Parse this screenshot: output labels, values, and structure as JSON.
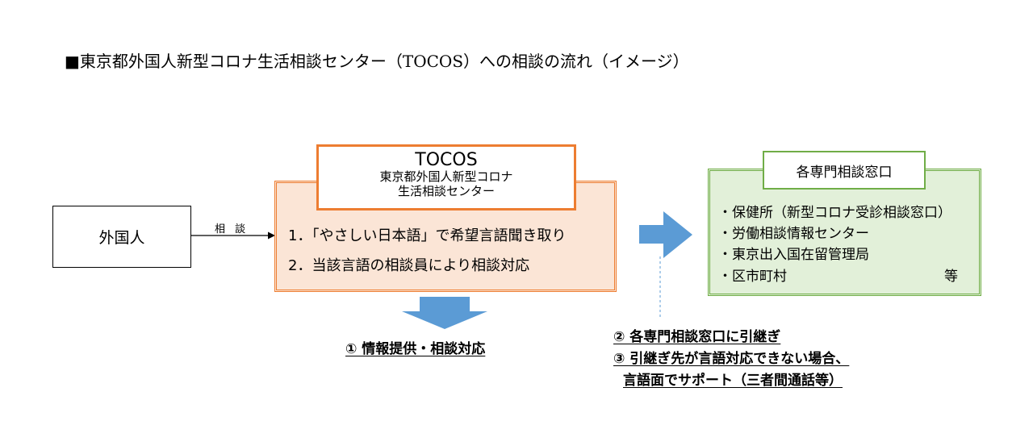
{
  "title": "■東京都外国人新型コロナ生活相談センター（TOCOS）への相談の流れ（イメージ）",
  "nodes": {
    "foreigner": "外国人",
    "consult_arrow_label": "相 談"
  },
  "tocos": {
    "name": "TOCOS",
    "subtitle_line1": "東京都外国人新型コロナ",
    "subtitle_line2": "生活相談センター",
    "step1": "1．「やさしい日本語」で希望言語聞き取り",
    "step2": "2．当該言語の相談員により相談対応"
  },
  "specialist": {
    "header": "各専門相談窓口",
    "items": [
      "・保健所（新型コロナ受診相談窓口）",
      "・労働相談情報センター",
      "・東京出入国在留管理局",
      "・区市町村"
    ],
    "etc": "等"
  },
  "notes": {
    "info_provision": "① 情報提供・相談対応",
    "handover": "② 各専門相談窓口に引継ぎ",
    "language_support_1": "③ 引継ぎ先が言語対応できない場合、",
    "language_support_2": "言語面でサポート（三者間通話等）"
  },
  "colors": {
    "tocos_border": "#ed7d31",
    "tocos_fill": "#fbe5d6",
    "specialist_border": "#70ad47",
    "specialist_fill": "#e2f0d9",
    "arrow_fill": "#5b9bd5"
  }
}
